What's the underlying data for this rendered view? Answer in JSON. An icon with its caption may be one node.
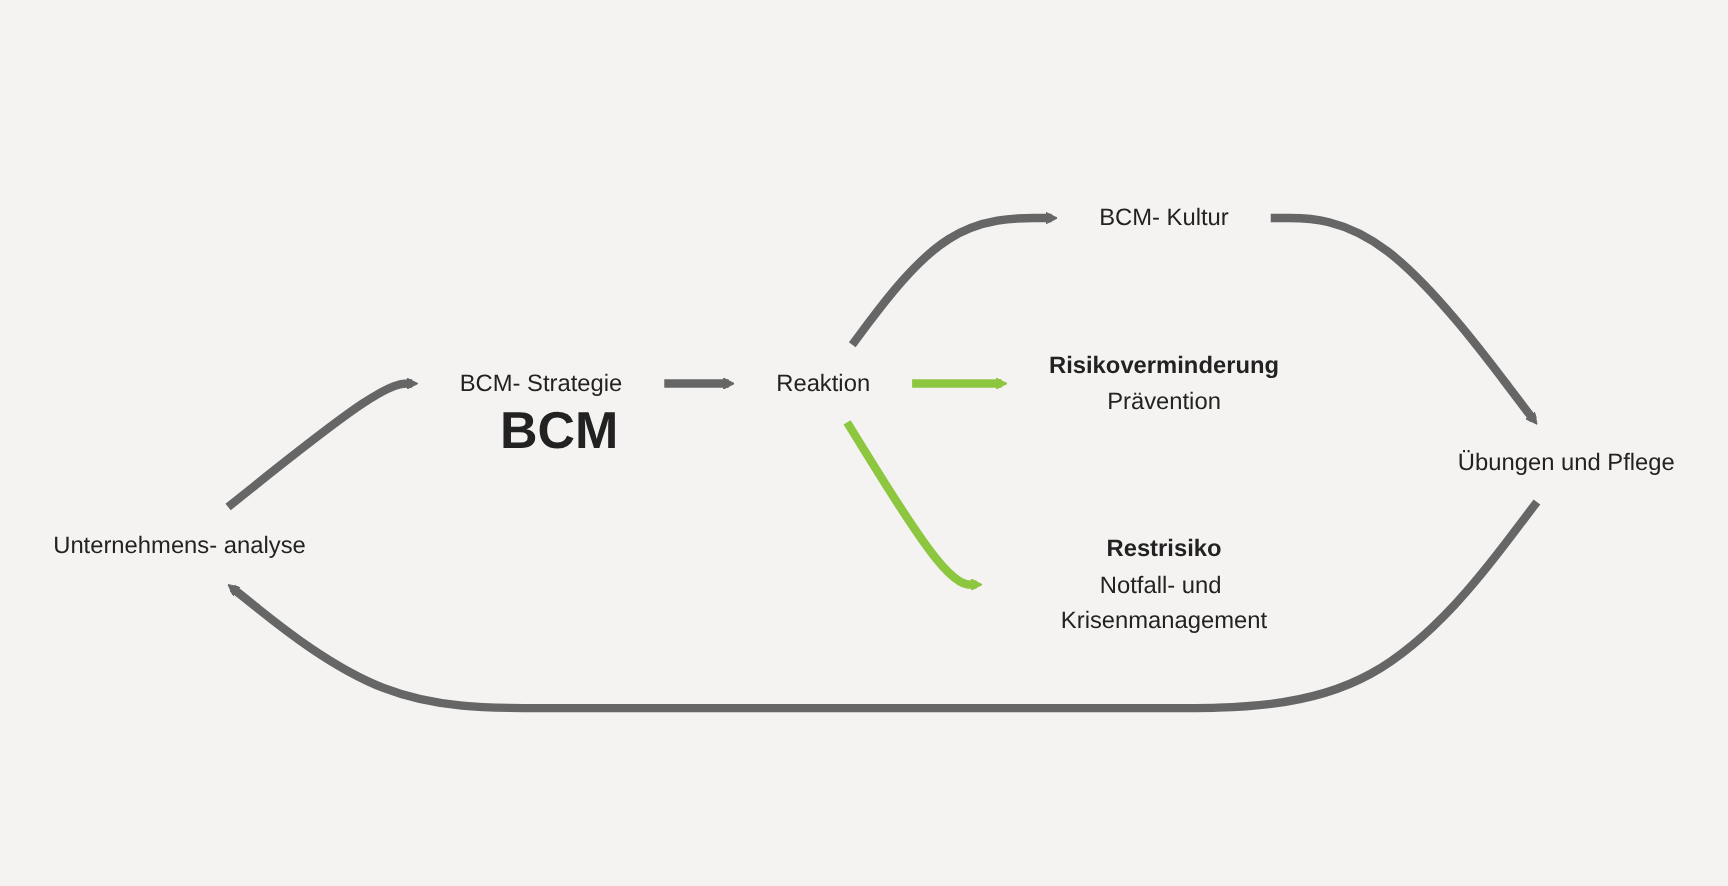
{
  "diagram": {
    "nodes": [
      {
        "text": [
          "Unternehmens- analyse"
        ]
      },
      {
        "text": [
          "BCM- Strategie"
        ]
      },
      {
        "text": [
          "Reaktion"
        ]
      },
      {
        "text": [
          "BCM- Kultur"
        ]
      },
      {
        "text": [
          "Übungen und Pflege"
        ]
      },
      {
        "text": [
          "Risikoverminderung",
          "Prävention"
        ]
      },
      {
        "text": [
          "Restrisiko",
          "Notfall- und Krisenmanagement"
        ]
      }
    ],
    "edges": [
      {
        "from": 0,
        "to": 1,
        "arrow": "to"
      },
      {
        "from": 1,
        "to": 2,
        "arrow": "to"
      },
      {
        "from": 2,
        "to": 3,
        "arrow": "to"
      },
      {
        "from": 3,
        "to": 4,
        "arrow": "to"
      },
      {
        "from": 4,
        "to": 0,
        "arrow": "to"
      },
      {
        "from": 2,
        "to": 5,
        "arrow": "to",
        "color": "#8dc63f"
      },
      {
        "from": 2,
        "to": 6,
        "arrow": "to",
        "color": "#8dc63f"
      }
    ],
    "labels": [
      "BCM"
    ]
  }
}
